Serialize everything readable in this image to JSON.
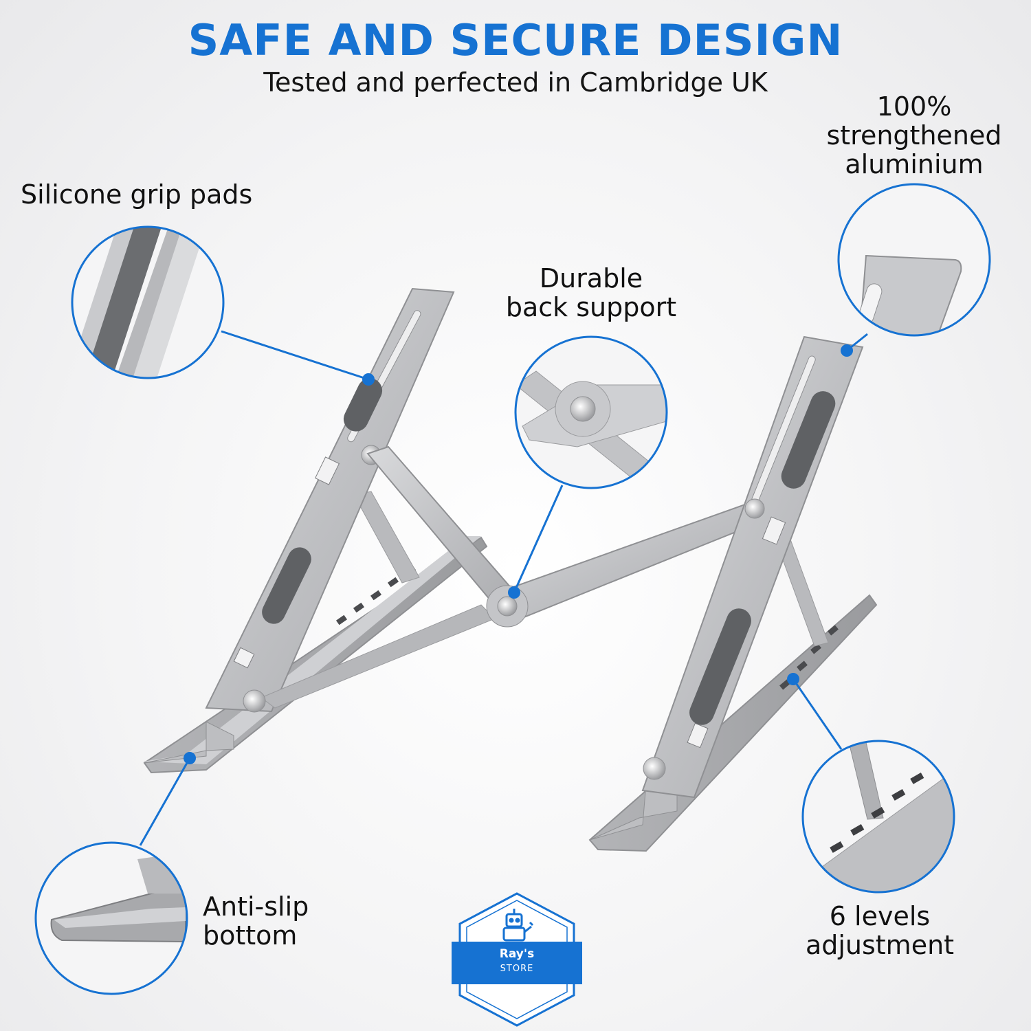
{
  "header": {
    "title": "SAFE AND SECURE DESIGN",
    "subtitle": "Tested and perfected in Cambridge UK"
  },
  "callouts": {
    "grip": "Silicone grip pads",
    "aluminium": [
      "100%",
      "strengthened",
      "aluminium"
    ],
    "back_support": [
      "Durable",
      "back support"
    ],
    "anti_slip": [
      "Anti-slip",
      "bottom"
    ],
    "levels": [
      "6 levels",
      "adjustment"
    ]
  },
  "badge": {
    "name": "Ray's",
    "sub": "STORE"
  },
  "colors": {
    "accent": "#1672d2",
    "metal": "#c2c3c6",
    "pad": "#6b6d70"
  },
  "icons": [
    "robot-icon"
  ]
}
